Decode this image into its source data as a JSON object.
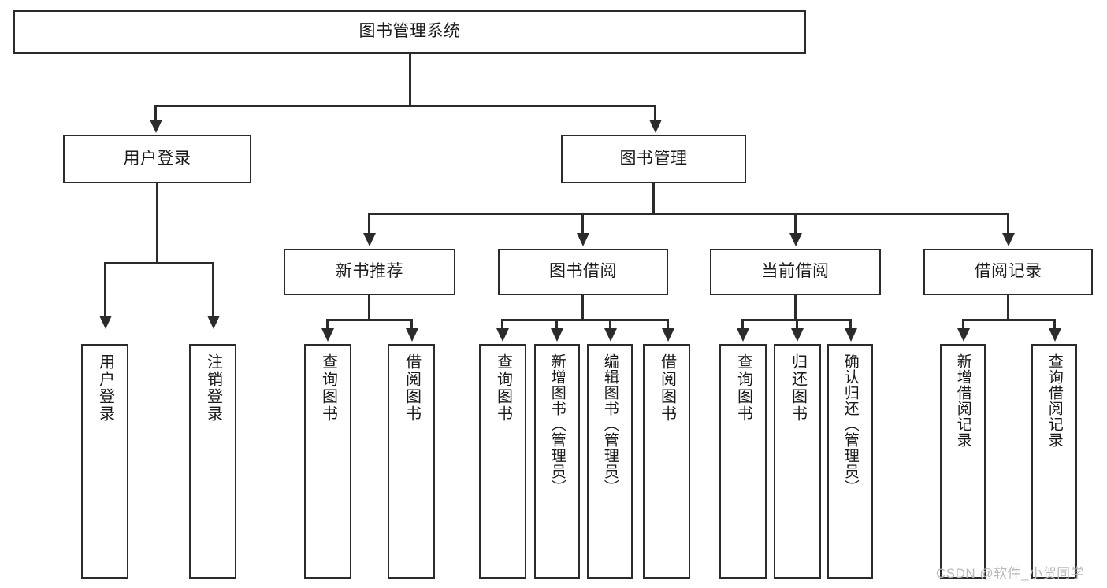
{
  "diagram": {
    "title_node": {
      "label": "图书管理系统"
    },
    "level2": [
      {
        "label": "用户登录"
      },
      {
        "label": "图书管理"
      }
    ],
    "level3": [
      {
        "label": "新书推荐"
      },
      {
        "label": "图书借阅"
      },
      {
        "label": "当前借阅"
      },
      {
        "label": "借阅记录"
      }
    ],
    "leaves": {
      "user_login": [
        {
          "label": "用户登录"
        },
        {
          "label": "注销登录"
        }
      ],
      "new_book": [
        {
          "label": "查询图书"
        },
        {
          "label": "借阅图书"
        }
      ],
      "book_borrow": [
        {
          "label": "查询图书"
        },
        {
          "label": "新增图书（管理员）"
        },
        {
          "label": "编辑图书（管理员）"
        },
        {
          "label": "借阅图书"
        }
      ],
      "current_borrow": [
        {
          "label": "查询图书"
        },
        {
          "label": "归还图书"
        },
        {
          "label": "确认归还（管理员）"
        }
      ],
      "borrow_record": [
        {
          "label": "新增借阅记录"
        },
        {
          "label": "查询借阅记录"
        }
      ]
    }
  },
  "watermark": {
    "text": "CSDN @软件_小贺同学"
  }
}
